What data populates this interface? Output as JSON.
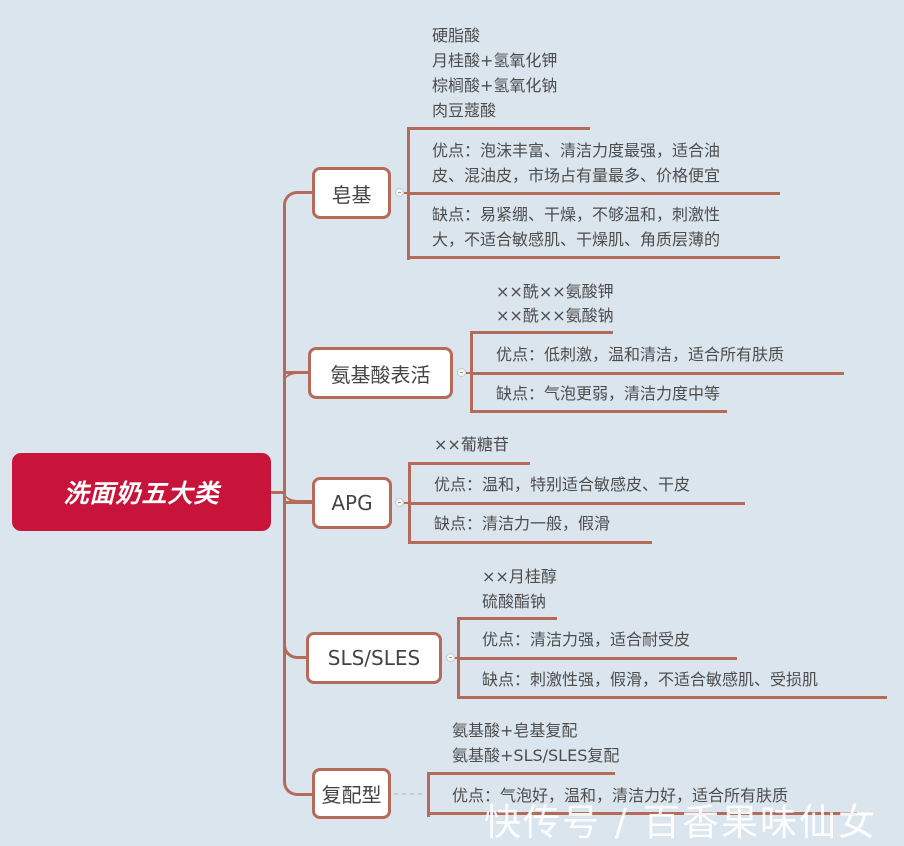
{
  "root": {
    "label": "洗面奶五大类",
    "color": "#c8143a"
  },
  "line_color": "#b66a5a",
  "branches": [
    {
      "label": "皂基",
      "ingredients": [
        "硬脂酸",
        "月桂酸+氢氧化钾",
        "棕榈酸+氢氧化钠",
        "肉豆蔻酸"
      ],
      "pros": [
        "优点：泡沫丰富、清洁力度最强，适合油",
        "皮、混油皮，市场占有量最多、价格便宜"
      ],
      "cons": [
        "缺点：易紧绷、干燥，不够温和，刺激性",
        "大，不适合敏感肌、干燥肌、角质层薄的"
      ]
    },
    {
      "label": "氨基酸表活",
      "ingredients": [
        "××酰××氨酸钾",
        "××酰××氨酸钠"
      ],
      "pros": [
        "优点：低刺激，温和清洁，适合所有肤质"
      ],
      "cons": [
        "缺点：气泡更弱，清洁力度中等"
      ]
    },
    {
      "label": "APG",
      "ingredients": [
        "××葡糖苷"
      ],
      "pros": [
        "优点：温和，特别适合敏感皮、干皮"
      ],
      "cons": [
        "缺点：清洁力一般，假滑"
      ]
    },
    {
      "label": "SLS/SLES",
      "ingredients": [
        "××月桂醇",
        "硫酸酯钠"
      ],
      "pros": [
        "优点：清洁力强，适合耐受皮"
      ],
      "cons": [
        "缺点：刺激性强，假滑，不适合敏感肌、受损肌"
      ]
    },
    {
      "label": "复配型",
      "ingredients": [
        "氨基酸+皂基复配",
        "氨基酸+SLS/SLES复配"
      ],
      "pros": [
        "优点：气泡好，温和，清洁力好，适合所有肤质"
      ]
    }
  ],
  "watermark": "快传号 / 百香果味仙女"
}
